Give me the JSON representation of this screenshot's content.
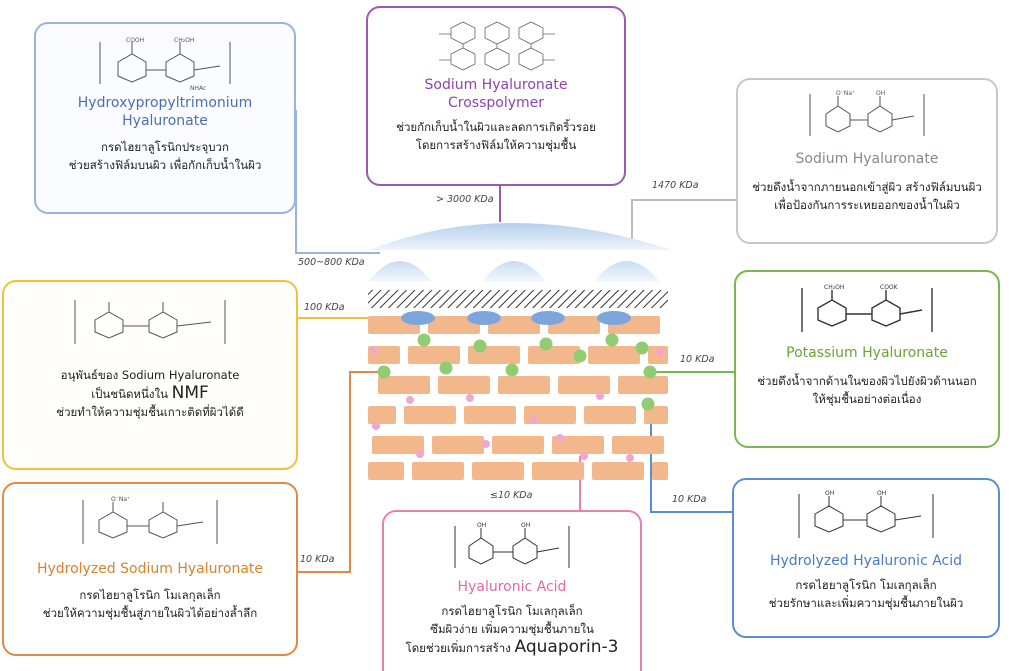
{
  "cards": {
    "hydroxypropyl": {
      "title_line1": "Hydroxypropyltrimonium",
      "title_line2": "Hyaluronate",
      "desc_line1": "กรดไฮยาลูโรนิกประจุบวก",
      "desc_line2": "ช่วยสร้างฟิล์มบนผิว เพื่อกักเก็บน้ำในผิว",
      "color": "#4a6fb5"
    },
    "crosspolymer": {
      "title_line1": "Sodium Hyaluronate",
      "title_line2": "Crosspolymer",
      "desc_line1": "ช่วยกักเก็บน้ำในผิวและลดการเกิดริ้วรอย",
      "desc_line2": "โดยการสร้างฟิล์มให้ความชุ่มชื้น",
      "color": "#8e44ad"
    },
    "sodium_hyaluronate": {
      "title": "Sodium Hyaluronate",
      "desc_line1": "ช่วยดึงน้ำจากภายนอกเข้าสู่ผิว สร้างฟิล์มบนผิว",
      "desc_line2": "เพื่อป้องกันการระเหยออกของน้ำในผิว",
      "color": "#7f8c8d"
    },
    "sodium_derivative": {
      "desc_line1": "อนุพันธ์ของ Sodium Hyaluronate",
      "desc_line2a": "เป็นชนิดหนึ่งใน",
      "desc_line2b": "NMF",
      "desc_line3": "ช่วยทำให้ความชุ่มชื้นเกาะติดที่ผิวได้ดี",
      "color": "#f0c23b"
    },
    "potassium": {
      "title": "Potassium Hyaluronate",
      "desc_line1": "ช่วยดึงน้ำจากด้านในของผิวไปยังผิวด้านนอก",
      "desc_line2": "ให้ชุ่มชื้นอย่างต่อเนื่อง",
      "color": "#6aa33a"
    },
    "hydrolyzed_sodium": {
      "title": "Hydrolyzed Sodium Hyaluronate",
      "desc_line1": "กรดไฮยาลูโรนิก โมเลกุลเล็ก",
      "desc_line2": "ช่วยให้ความชุ่มชื้นสู่ภายในผิวได้อย่างล้ำลึก",
      "color": "#d9822b"
    },
    "hyaluronic_acid": {
      "title": "Hyaluronic Acid",
      "desc_line1": "กรดไฮยาลูโรนิก โมเลกุลเล็ก",
      "desc_line2": "ซึมผิวง่าย เพิ่มความชุ่มชื้นภายใน",
      "desc_line3a": "โดยช่วยเพิ่มการสร้าง",
      "desc_line3b": "Aquaporin-3",
      "color": "#e16aa3"
    },
    "hydrolyzed_ha": {
      "title": "Hydrolyzed Hyaluronic Acid",
      "desc_line1": "กรดไฮยาลูโรนิก โมเลกุลเล็ก",
      "desc_line2": "ช่วยรักษาและเพิ่มความชุ่มชื้นภายในผิว",
      "color": "#4a7bbf"
    }
  },
  "labels": {
    "kda_3000": "> 3000 KDa",
    "kda_1470": "1470 KDa",
    "kda_500_800": "500~800 KDa",
    "kda_100": "100 KDa",
    "kda_10_right": "10 KDa",
    "kda_10_lower_right": "10 KDa",
    "kda_le10": "≤10 KDa",
    "kda_10_left": "10 KDa"
  },
  "colors": {
    "brick": "#f3b78c",
    "dome": "#cfe0f3",
    "blue_oval": "#7aa6dc",
    "green_dot": "#8fcc72",
    "pink_dot": "#f0a6d0"
  }
}
